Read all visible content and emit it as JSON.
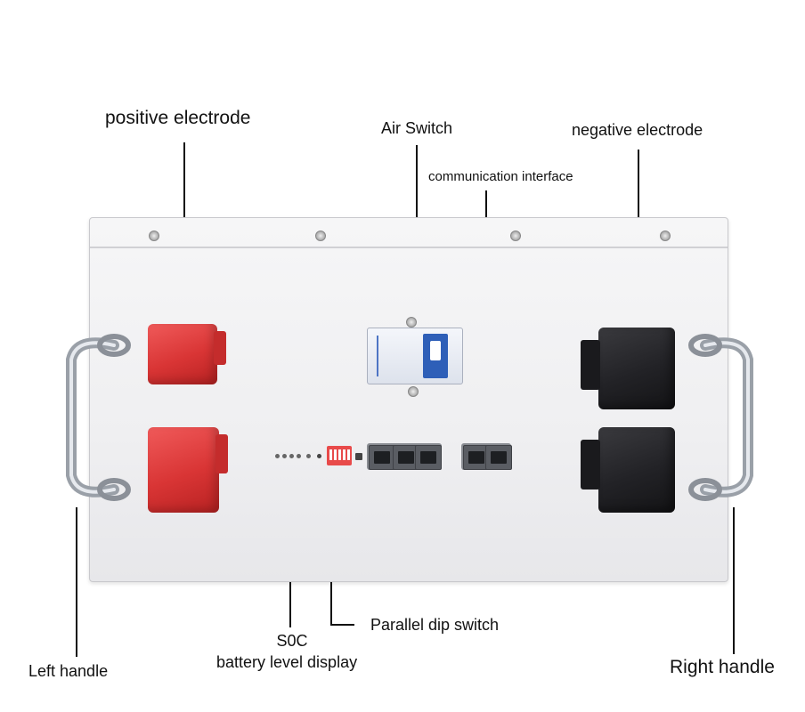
{
  "labels": {
    "positive_electrode": "positive electrode",
    "air_switch": "Air Switch",
    "negative_electrode": "negative electrode",
    "communication_interface": "communication interface",
    "parallel_dip_switch": "Parallel dip switch",
    "soc": "S0C",
    "battery_level_display": "battery level display",
    "left_handle": "Left handle",
    "right_handle": "Right handle"
  },
  "colors": {
    "positive_cap": "#d93535",
    "negative_cap": "#222226",
    "breaker_toggle": "#2e5fb8",
    "dip_switch": "#e84a4a",
    "leader_line": "#111111"
  }
}
